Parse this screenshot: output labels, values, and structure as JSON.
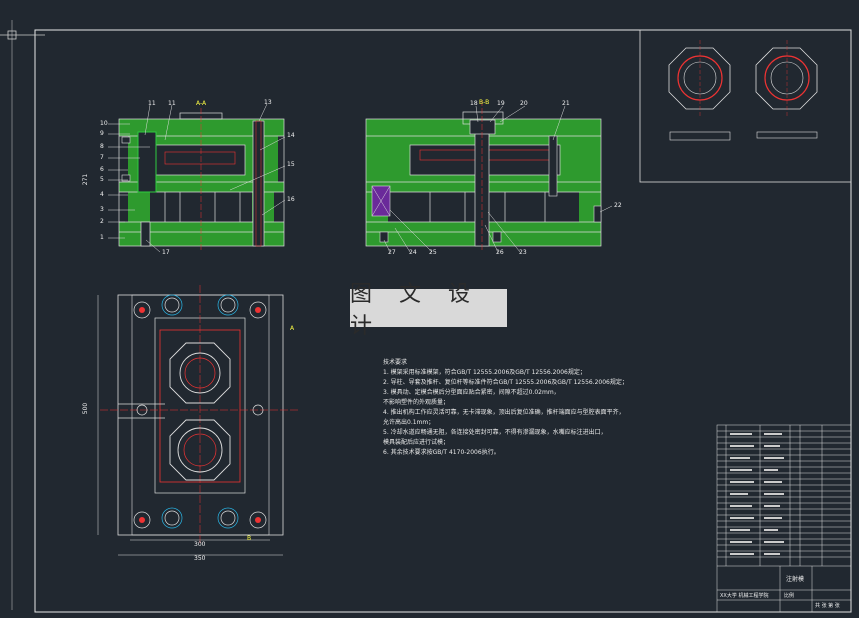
{
  "watermark": "图 文 设 计",
  "views": {
    "front_section_label": "A-A",
    "side_section_label": "B-B",
    "plan_label_a": "A",
    "plan_label_b": "B"
  },
  "dimensions": {
    "height_left": "271",
    "plan_width_inner": "300",
    "plan_width_outer": "350",
    "plan_height": "500"
  },
  "balloons_left": [
    "10",
    "9",
    "8",
    "7",
    "6",
    "5",
    "4",
    "3",
    "2",
    "1"
  ],
  "balloons_top_front": [
    "11",
    "11",
    "13"
  ],
  "balloons_right_front": [
    "14",
    "15",
    "16"
  ],
  "balloon_bottom_front": "17",
  "balloons_top_side": [
    "18",
    "19",
    "20",
    "21"
  ],
  "balloons_bottom_side": [
    "27",
    "24",
    "25",
    "26",
    "23"
  ],
  "balloon_right_side": "22",
  "tech_notes": {
    "title": "技术要求",
    "lines": [
      "1. 模架采用标准模架，符合GB/T 12555.2006及GB/T 12556.2006规定；",
      "2. 导柱、导套及推杆、复位杆等标准件符合GB/T 12555.2006及GB/T 12556.2006规定；",
      "3. 模具动、定模合模后分型面应贴合紧密，间隙不超过0.02mm，",
      "   不影响塑件的外观质量；",
      "4. 推出机构工作应灵活可靠，无卡滞现象，顶出后复位准确，推杆端面应与型腔表面平齐，",
      "   允许高出0.1mm；",
      "5. 冷却水道应畅通无阻，各连接处密封可靠，不得有渗漏现象，水嘴应标注进出口，",
      "   模具装配后应进行试模；",
      "6. 其余技术要求按GB/T 4170-2006执行。"
    ]
  },
  "title_block": {
    "drawing_title": "注射模",
    "school": "XX大学 机械工程学院",
    "scale_label": "比例",
    "sheet_label": "共 张 第 张"
  }
}
